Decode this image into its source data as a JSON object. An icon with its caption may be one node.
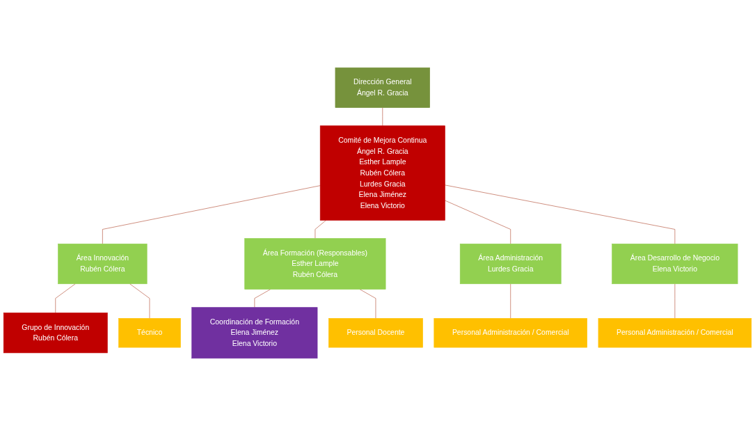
{
  "diagram": {
    "nodes": [
      {
        "text": [
          "Dirección General",
          "Ángel R. Gracia"
        ]
      },
      {
        "text": [
          "Comité de Mejora Continua",
          "Ángel R. Gracia",
          "Esther Lample",
          "Rubén Cólera",
          "Lurdes Gracia",
          "Elena Jiménez",
          "Elena Victorio"
        ]
      },
      {
        "text": [
          "Área Innovación",
          "Rubén Cólera"
        ]
      },
      {
        "text": [
          "Área Formación (Responsables)",
          "Esther Lample",
          "Rubén Cólera"
        ]
      },
      {
        "text": [
          "Área Administración",
          "Lurdes Gracia"
        ]
      },
      {
        "text": [
          "Área Desarrollo de Negocio",
          "Elena Victorio"
        ]
      },
      {
        "text": [
          "Grupo de Innovación",
          "Rubén Cólera"
        ]
      },
      {
        "text": [
          "Coordinación de Formación",
          "Elena Jiménez",
          "Elena Victorio"
        ]
      },
      {
        "text": [
          "Técnico"
        ]
      },
      {
        "text": [
          "Personal Docente"
        ]
      },
      {
        "text": [
          "Personal Administración / Comercial"
        ]
      },
      {
        "text": [
          "Personal Administración / Comercial"
        ]
      }
    ],
    "edges": [
      {
        "from": 0,
        "to": 1,
        "arrow": "none"
      },
      {
        "from": 1,
        "to": 2,
        "arrow": "none"
      },
      {
        "from": 1,
        "to": 3,
        "arrow": "none"
      },
      {
        "from": 1,
        "to": 4,
        "arrow": "none"
      },
      {
        "from": 1,
        "to": 5,
        "arrow": "none"
      },
      {
        "from": 2,
        "to": 6,
        "arrow": "none"
      },
      {
        "from": 2,
        "to": 8,
        "arrow": "none"
      },
      {
        "from": 3,
        "to": 7,
        "arrow": "none"
      },
      {
        "from": 3,
        "to": 9,
        "arrow": "none"
      },
      {
        "from": 4,
        "to": 10,
        "arrow": "none"
      },
      {
        "from": 5,
        "to": 11,
        "arrow": "none"
      }
    ]
  }
}
